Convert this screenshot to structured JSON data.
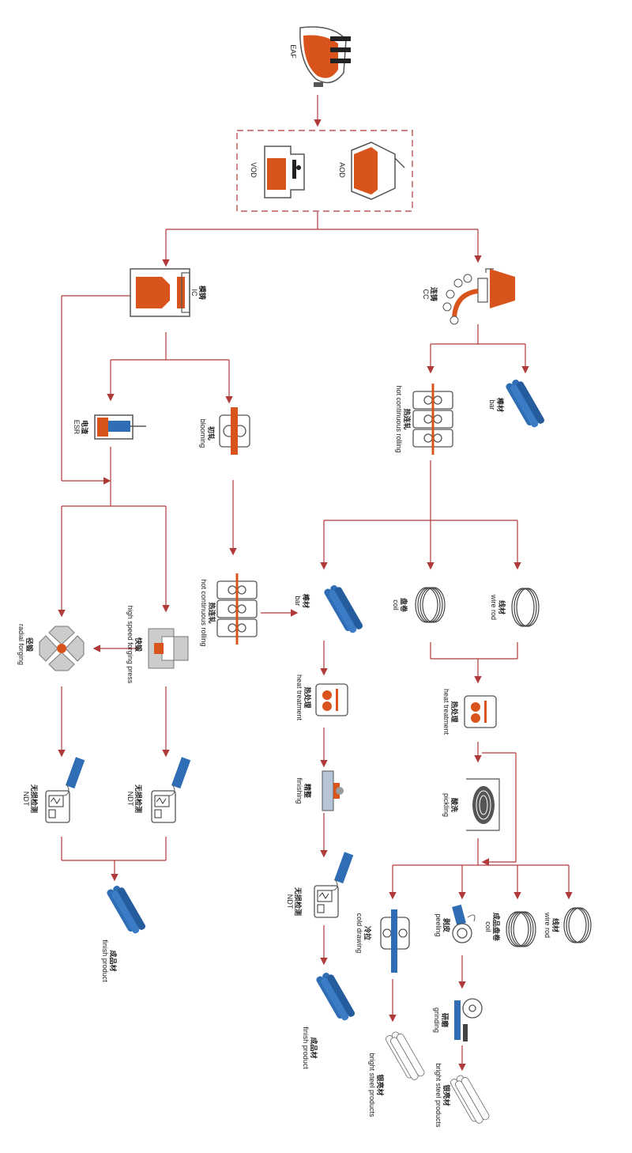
{
  "labels": {
    "eaf": "EAF",
    "vod": "VOD",
    "aod": "AOD",
    "ic_cn": "模铸",
    "ic_en": "IC",
    "cc_cn": "连铸",
    "cc_en": "CC",
    "esr_cn": "电渣",
    "esr_en": "ESR",
    "blooming_cn": "初轧",
    "blooming_en": "blooming",
    "hcr_cn": "热连轧",
    "hcr_en": "hot continuous rolling",
    "bar_cn": "棒材",
    "bar_en": "bar",
    "coil_cn": "盘卷",
    "coil_en": "coil",
    "wire_cn": "线材",
    "wire_en": "wire rod",
    "heat_cn": "热处理",
    "heat_en": "heat treatment",
    "pickling_cn": "酸洗",
    "pickling_en": "pickling",
    "finishing_cn": "精整",
    "finishing_en": "finishing",
    "ndt_cn": "无损检测",
    "ndt_en": "NDT",
    "finish_cn": "成品材",
    "finish_en": "finish product",
    "cold_cn": "冷拉",
    "cold_en": "cold drawing",
    "peeling_cn": "剥皮",
    "peeling_en": "peeling",
    "fincoil_cn": "成品盘卷",
    "fincoil_en": "coil",
    "grind_cn": "研磨",
    "grind_en": "grinding",
    "bright_cn": "银亮材",
    "bright_en": "bright steel products",
    "radial_cn": "径锻",
    "radial_en": "radial forging",
    "hsfp_cn": "快锻",
    "hsfp_en": "high speed forging press"
  },
  "colors": {
    "flow": "#b03a3a",
    "molten": "#d9541c",
    "bar": "#2f6db5",
    "outline": "#555555"
  }
}
